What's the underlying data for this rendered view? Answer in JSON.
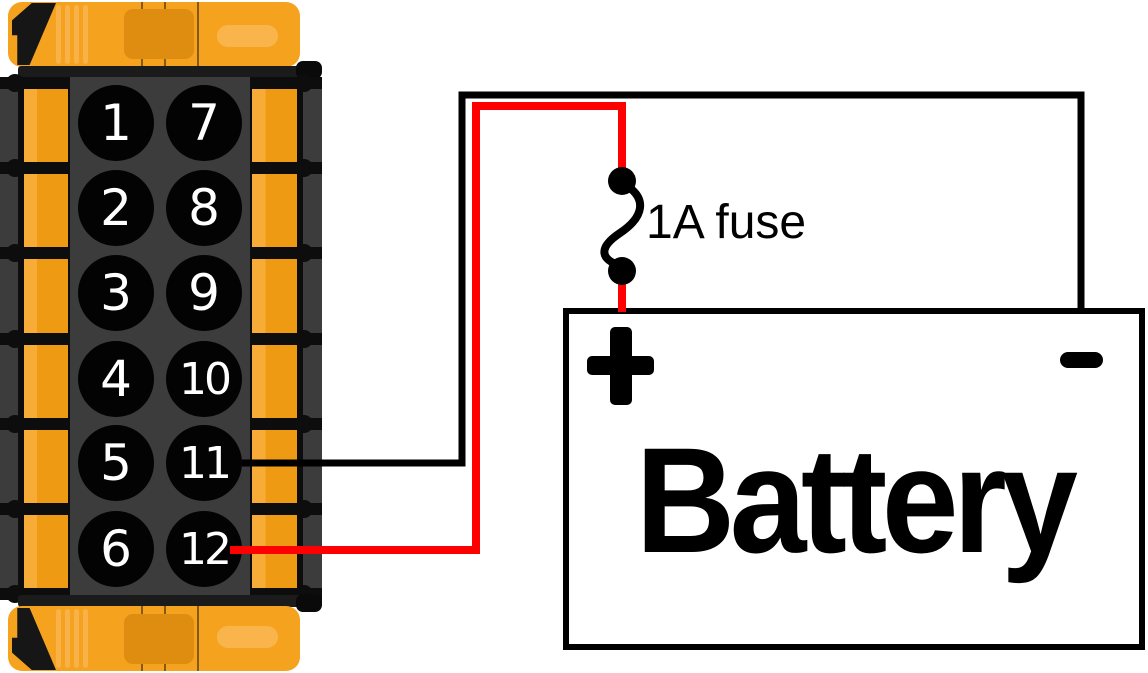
{
  "connector": {
    "pins_left": [
      "1",
      "2",
      "3",
      "4",
      "5",
      "6"
    ],
    "pins_right": [
      "7",
      "8",
      "9",
      "10",
      "11",
      "12"
    ]
  },
  "fuse": {
    "label": "1A fuse"
  },
  "battery": {
    "name": "Battery",
    "positive_terminal": "+",
    "negative_terminal": "-"
  },
  "colors": {
    "wire_positive": "#ff0000",
    "wire_negative": "#000000",
    "connector_housing": "#f5a21f",
    "connector_body": "#3c3c3c"
  }
}
